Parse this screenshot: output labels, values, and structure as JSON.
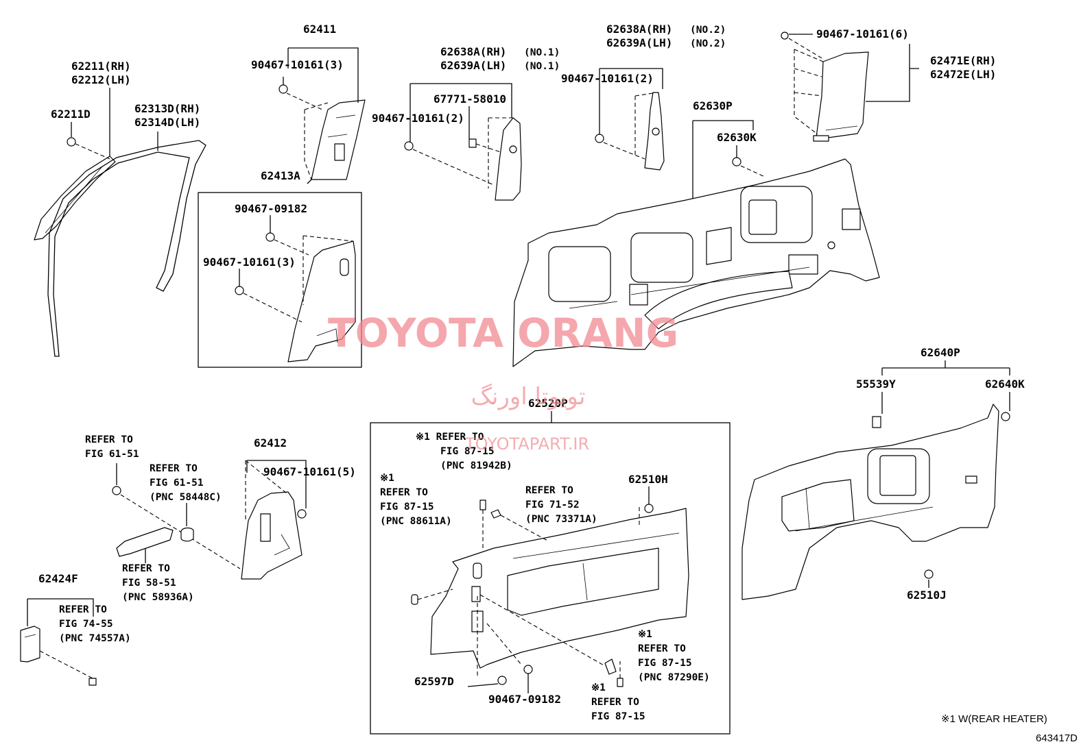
{
  "labels": {
    "p62211": "62211(RH)",
    "p62212": "62212(LH)",
    "p62211D": "62211D",
    "p62313D": "62313D(RH)",
    "p62314D": "62314D(LH)",
    "p62411": "62411",
    "c62411": "90467-10161(3)",
    "p62413A": "62413A",
    "c62413a": "90467-09182",
    "c62413b": "90467-10161(3)",
    "p62638A1": "62638A(RH)",
    "p62638A1n": "(NO.1)",
    "p62639A1": "62639A(LH)",
    "p62639A1n": "(NO.1)",
    "c67771": "67771-58010",
    "c626381": "90467-10161(2)",
    "p62638A2": "62638A(RH)",
    "p62638A2n": "(NO.2)",
    "p62639A2": "62639A(LH)",
    "p62639A2n": "(NO.2)",
    "c626382": "90467-10161(2)",
    "c62471": "90467-10161(6)",
    "p62471E": "62471E(RH)",
    "p62472E": "62472E(LH)",
    "p62630P": "62630P",
    "p62630K": "62630K",
    "p62640P": "62640P",
    "p55539Y": "55539Y",
    "p62640K": "62640K",
    "p62510J": "62510J",
    "p62520P": "62520P",
    "p62510H": "62510H",
    "p62597D": "62597D",
    "c62520": "90467-09182",
    "p62412": "62412",
    "c62412": "90467-10161(5)",
    "p62424F": "62424F",
    "ref1": [
      "REFER TO",
      "FIG 61-51"
    ],
    "ref2": [
      "REFER TO",
      "FIG 61-51",
      "(PNC 58448C)"
    ],
    "ref3": [
      "REFER TO",
      "FIG 58-51",
      "(PNC 58936A)"
    ],
    "ref4": [
      "REFER TO",
      "FIG 74-55",
      "(PNC 74557A)"
    ],
    "ref5": [
      "※1 REFER TO",
      "FIG 87-15",
      "(PNC 81942B)"
    ],
    "ref6": [
      "※1",
      "REFER TO",
      "FIG 87-15",
      "(PNC 88611A)"
    ],
    "ref7": [
      "REFER TO",
      "FIG 71-52",
      "(PNC 73371A)"
    ],
    "ref8": [
      "※1",
      "REFER TO",
      "FIG 87-15",
      "(PNC 87290E)"
    ],
    "ref9": [
      "※1",
      "REFER TO",
      "FIG 87-15"
    ],
    "footnote": "※1 W(REAR HEATER)",
    "figcode": "643417D"
  },
  "watermark": {
    "brand": "TOYOTA ORANG",
    "persian": "تویوتا اورنگ",
    "site": "TOYOTAPART.IR",
    "color": "#f08a92"
  }
}
